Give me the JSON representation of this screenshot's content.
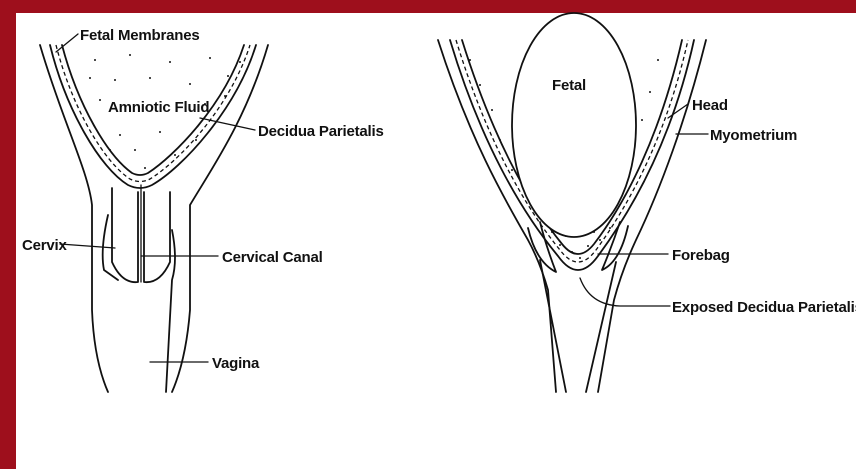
{
  "colors": {
    "frame": "#9e0f1c",
    "ink": "#111111",
    "background": "#ffffff"
  },
  "left_figure": {
    "labels": {
      "fetal_membranes": "Fetal Membranes",
      "amniotic_fluid": "Amniotic Fluid",
      "decidua_parietalis": "Decidua Parietalis",
      "cervix": "Cervix",
      "cervical_canal": "Cervical Canal",
      "vagina": "Vagina"
    }
  },
  "right_figure": {
    "labels": {
      "fetal": "Fetal",
      "head": "Head",
      "myometrium": "Myometrium",
      "forebag": "Forebag",
      "exposed_decidua_parietalis": "Exposed Decidua Parietalis"
    }
  }
}
